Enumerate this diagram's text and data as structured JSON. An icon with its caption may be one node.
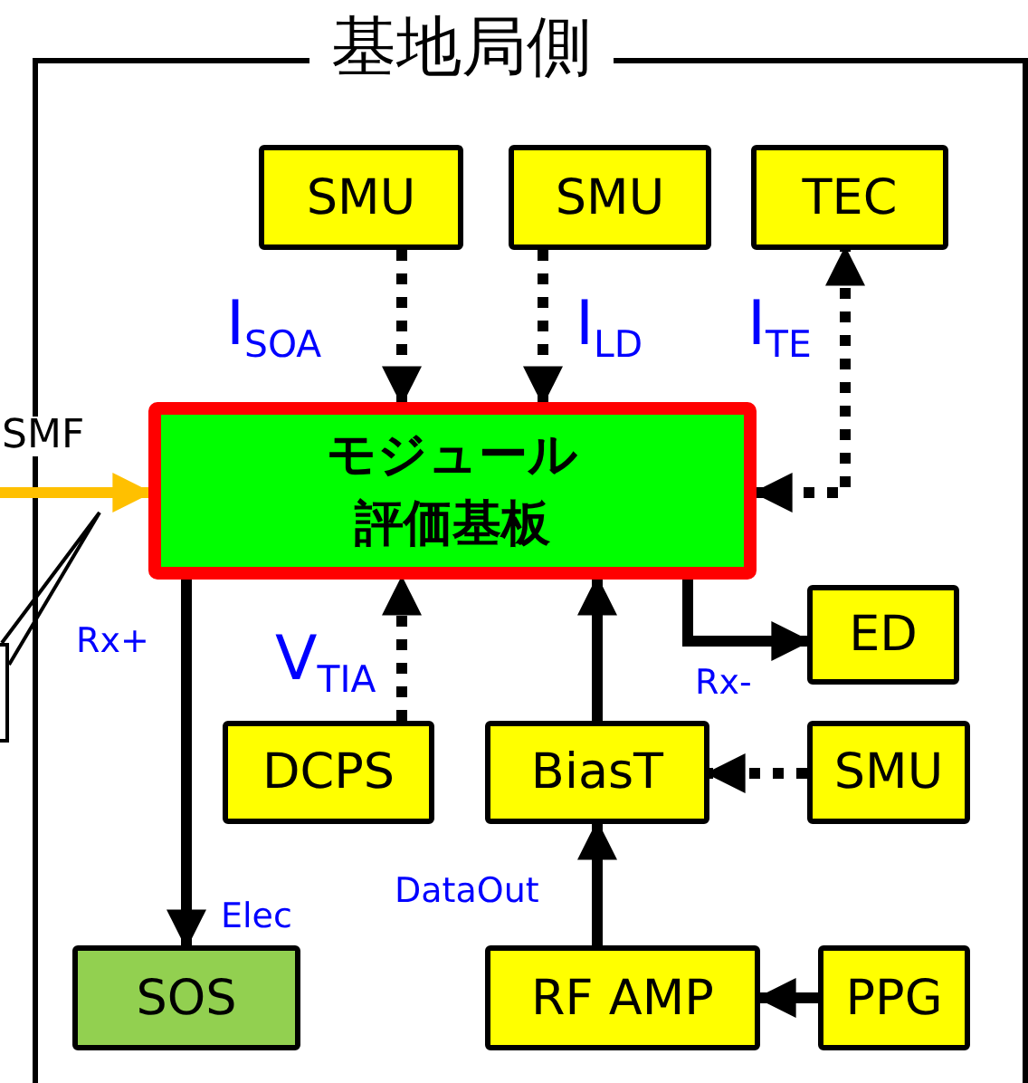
{
  "diagram": {
    "nodes": [
      {
        "text": [
          "基地局側"
        ]
      },
      {
        "text": [
          "SMU"
        ],
        "in": 0
      },
      {
        "text": [
          "SMU"
        ],
        "in": 0
      },
      {
        "text": [
          "TEC"
        ],
        "in": 0
      },
      {
        "text": [
          "モジュール評価基板"
        ],
        "in": 0
      },
      {
        "text": [
          "ED"
        ],
        "in": 0
      },
      {
        "text": [
          "DCPS"
        ],
        "in": 0
      },
      {
        "text": [
          "BiasT"
        ],
        "in": 0
      },
      {
        "text": [
          "SMU"
        ],
        "in": 0
      },
      {
        "text": [
          "SOS"
        ],
        "in": 0
      },
      {
        "text": [
          "RF AMP"
        ],
        "in": 0
      },
      {
        "text": [
          "PPG"
        ],
        "in": 0
      },
      {
        "text": [],
        "shape": "box"
      }
    ],
    "edges": [
      {
        "from": 1,
        "to": 4,
        "arrow": "to",
        "label": "I$_{SOA}$",
        "style": "dashed"
      },
      {
        "from": 2,
        "to": 4,
        "arrow": "to",
        "label": "I$_{LD}$",
        "style": "dashed"
      },
      {
        "from": 4,
        "to": 3,
        "arrow": "both",
        "label": "I$_{TE}$",
        "style": "dashed"
      },
      {
        "from": 4,
        "to": 5,
        "arrow": "to",
        "label": "Rx-"
      },
      {
        "from": 6,
        "to": 4,
        "arrow": "to",
        "label": "V$_{TIA}$",
        "style": "dashed"
      },
      {
        "from": 7,
        "to": 4,
        "arrow": "to"
      },
      {
        "from": 8,
        "to": 7,
        "arrow": "to",
        "style": "dashed"
      },
      {
        "from": 4,
        "to": 9,
        "arrow": "to",
        "label": "Rx+"
      },
      {
        "from": 10,
        "to": 7,
        "arrow": "to",
        "label": "DataOut"
      },
      {
        "from": 11,
        "to": 10,
        "arrow": "to"
      },
      {
        "from": null,
        "to": 4,
        "arrow": "to",
        "label": "SMF",
        "color": "#ffc000"
      },
      {
        "from": 12,
        "to": null,
        "arrow": "none"
      }
    ],
    "labels": [
      "Elec"
    ]
  }
}
